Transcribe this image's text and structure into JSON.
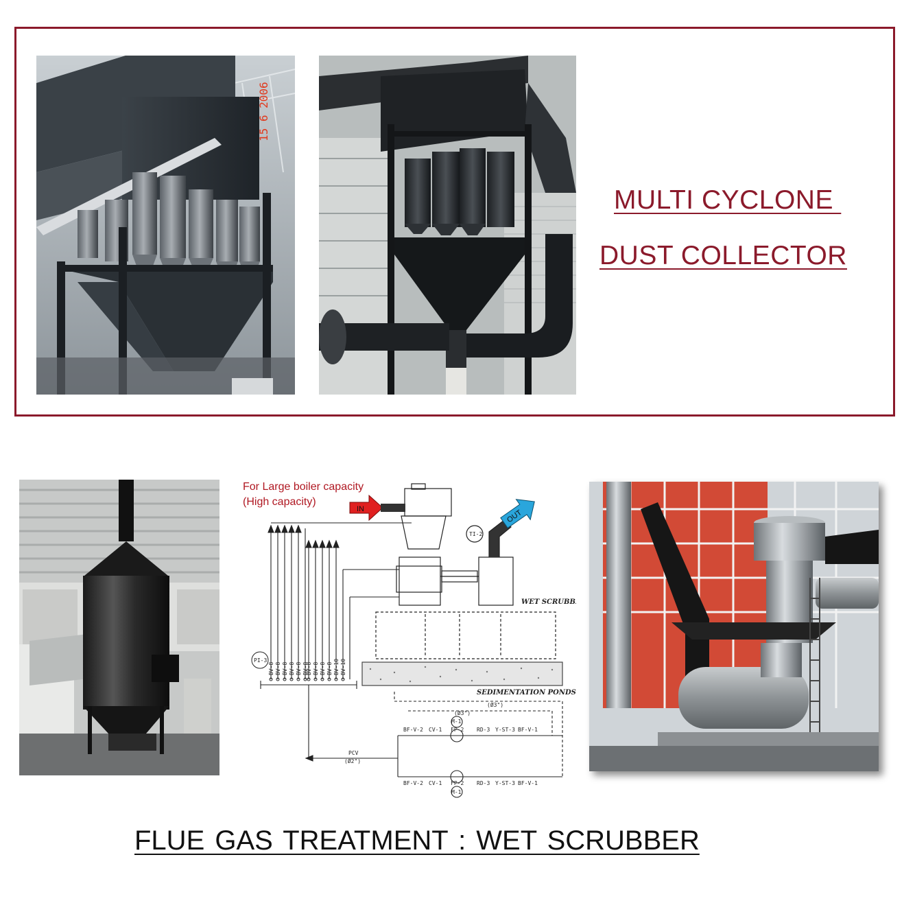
{
  "multi_cyclone": {
    "title_line1": "MULTI CYCLONE ",
    "title_line2": "DUST COLLECTOR",
    "photo1_stamp": "15 6 2006"
  },
  "wet_scrubber": {
    "title": "FLUE GAS TREATMENT : WET SCRUBBER",
    "diagram": {
      "note_line1": "For Large boiler capacity",
      "note_line2": "(High capacity)",
      "in_label": "IN",
      "out_label": "OUT",
      "wet_scrubber_label": "WET SCRUBBER",
      "sedimentation_label": "SEDIMENTATION PONDS",
      "pi_label": "PI-3",
      "ti_label": "TI-2",
      "pcv_label": "PCV",
      "pcv_size": "(Ø2\")",
      "pipe_size_1": "(Ø3\")",
      "pipe_size_2": "(Ø3\")",
      "bv_labels": [
        "BV-8",
        "BV-8",
        "BV-8",
        "BV-8",
        "BV-8",
        "BV-8",
        "BV-8",
        "BV-8",
        "BV-8",
        "BV-8",
        "BV-10",
        "BV-10"
      ],
      "valve_row_top": [
        "BF-V-2",
        "CV-1",
        "FP-2",
        "RD-3",
        "Y-ST-3",
        "BF-V-1"
      ],
      "valve_row_bottom": [
        "BF-V-2",
        "CV-1",
        "FP-2",
        "RD-3",
        "Y-ST-3",
        "BF-V-1"
      ],
      "motor_top": "M-1",
      "motor_bottom": "M-1"
    }
  },
  "colors": {
    "frame": "#8b1a2b",
    "title_red": "#8b1a2b",
    "note_red": "#b01822",
    "in_arrow": "#e02020",
    "out_arrow": "#2aa6dc"
  }
}
